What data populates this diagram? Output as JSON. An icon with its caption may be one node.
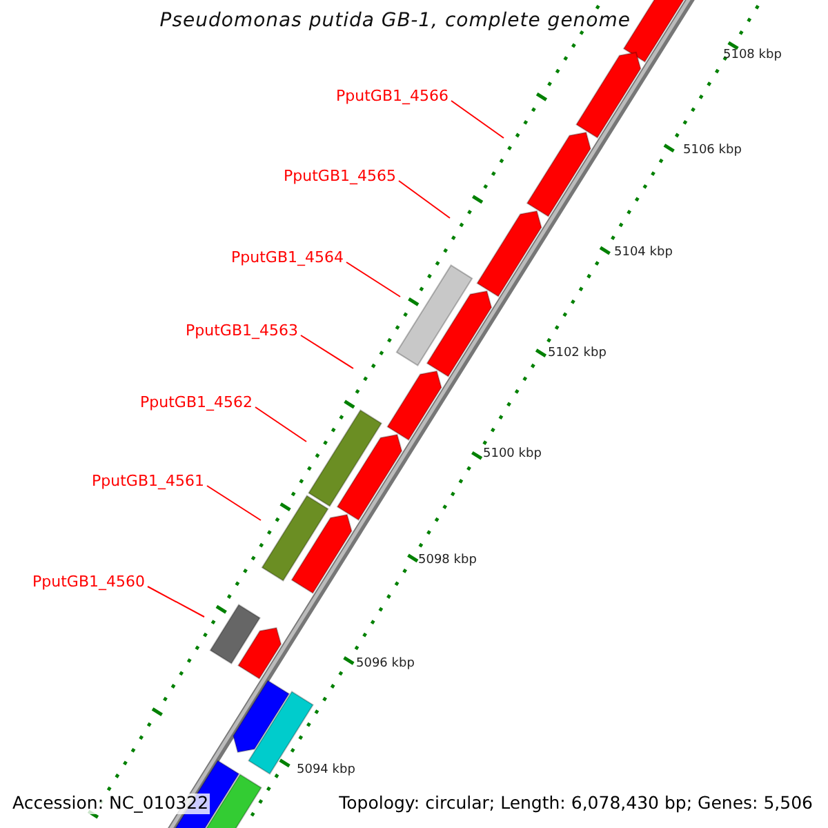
{
  "diagram": {
    "title": "Pseudomonas putida GB-1, complete genome",
    "nodes": [
      {
        "text": [
          "PputGB1_4566"
        ]
      },
      {
        "text": [
          "PputGB1_4565"
        ]
      },
      {
        "text": [
          "PputGB1_4564"
        ]
      },
      {
        "text": [
          "PputGB1_4563"
        ]
      },
      {
        "text": [
          "PputGB1_4562"
        ]
      },
      {
        "text": [
          "PputGB1_4561"
        ]
      },
      {
        "text": [
          "PputGB1_4560"
        ]
      }
    ],
    "edges": [
      {
        "from": 0,
        "to": null,
        "arrow": "none",
        "color": "#ff0000"
      },
      {
        "from": 1,
        "to": null,
        "arrow": "none",
        "color": "#ff0000"
      },
      {
        "from": 2,
        "to": null,
        "arrow": "none",
        "color": "#ff0000"
      },
      {
        "from": 3,
        "to": null,
        "arrow": "none",
        "color": "#ff0000"
      },
      {
        "from": 4,
        "to": null,
        "arrow": "none",
        "color": "#ff0000"
      },
      {
        "from": 5,
        "to": null,
        "arrow": "none",
        "color": "#ff0000"
      },
      {
        "from": 6,
        "to": null,
        "arrow": "none",
        "color": "#ff0000"
      }
    ],
    "labels": [
      "5108 kbp",
      "5106 kbp",
      "5104 kbp",
      "5102 kbp",
      "5100 kbp",
      "5098 kbp",
      "5096 kbp",
      "5094 kbp",
      "Accession: NC_010322",
      "Topology: circular; Length: 6,078,430 bp; Genes: 5,506"
    ]
  }
}
